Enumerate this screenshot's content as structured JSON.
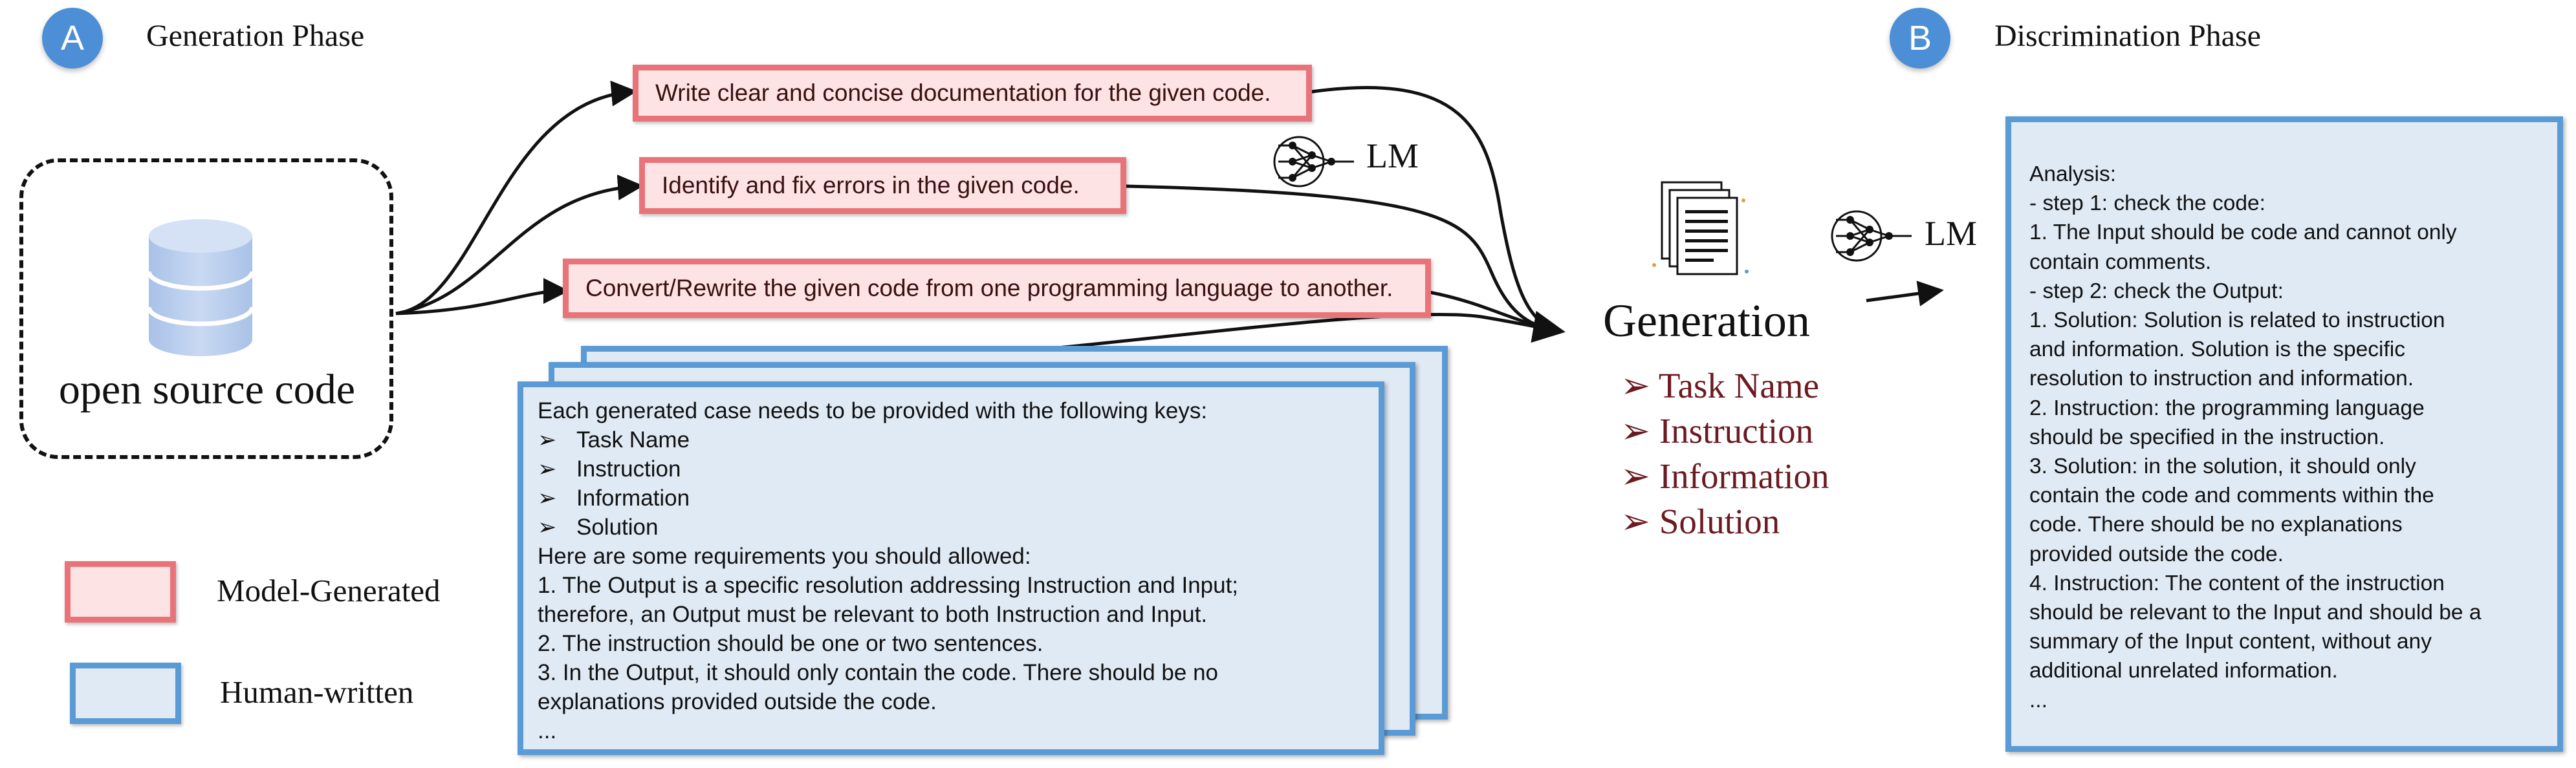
{
  "phases": {
    "a": {
      "badge": "A",
      "title": "Generation Phase"
    },
    "b": {
      "badge": "B",
      "title": "Discrimination Phase"
    }
  },
  "source": {
    "label": "open source code",
    "icon": "database-icon"
  },
  "prompts": [
    "Write clear and concise documentation for the given code.",
    "Identify and fix errors in the given code.",
    "Convert/Rewrite the given code from one programming language to another."
  ],
  "lm_label": "LM",
  "template": {
    "intro": "Each generated case needs to be provided with the following keys:",
    "keys": [
      "Task Name",
      "Instruction",
      "Information",
      "Solution"
    ],
    "requirements_title": "Here are some requirements you should allowed:",
    "requirements": [
      "1. The Output is a specific resolution addressing Instruction and Input;",
      "therefore, an Output must be relevant to both Instruction and Input.",
      "2. The instruction should be one or two sentences.",
      "3. In the Output, it should only contain the code. There should be no",
      "explanations provided outside the code.",
      "..."
    ]
  },
  "legend": {
    "model_generated": "Model-Generated",
    "human_written": "Human-written",
    "colors": {
      "model_fill": "#fde3e3",
      "model_border": "#e8747a",
      "human_fill": "#dfeaf5",
      "human_border": "#5b9bd5"
    }
  },
  "generation": {
    "title": "Generation",
    "items": [
      "Task Name",
      "Instruction",
      "Information",
      "Solution"
    ],
    "item_bullet": "➢"
  },
  "analysis": [
    "Analysis:",
    "- step 1: check the code:",
    "1. The Input should be code and cannot only",
    "contain comments.",
    "- step 2: check the Output:",
    "1. Solution: Solution is related to instruction",
    "and information. Solution is the specific",
    "resolution to instruction and information.",
    "2. Instruction: the programming language",
    "should be specified in the instruction.",
    "3. Solution: in the solution, it should only",
    "contain the code and comments within the",
    "code. There should be no explanations",
    "provided outside the code.",
    "4. Instruction: The content of the instruction",
    "should be relevant to the Input and should be a",
    "summary of the Input content, without any",
    "additional unrelated information.",
    "..."
  ]
}
